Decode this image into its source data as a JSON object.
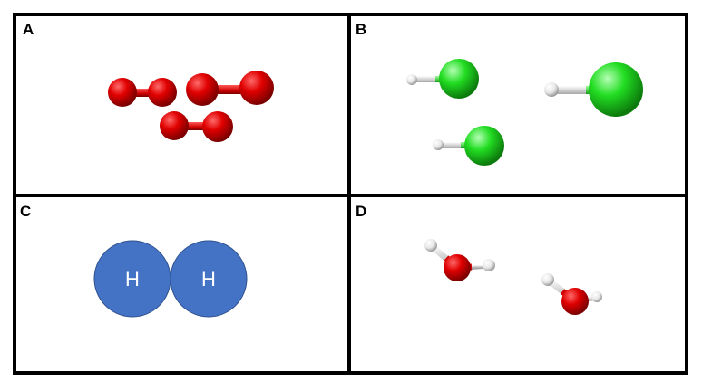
{
  "panels": [
    {
      "label": "A",
      "molecule": "O2",
      "molecule_count": 3,
      "atom_color": "#e00000"
    },
    {
      "label": "B",
      "molecule": "HCl",
      "molecule_count": 3,
      "atom_colors": {
        "H": "#f0f0f0",
        "Cl": "#22dd22"
      }
    },
    {
      "label": "C",
      "molecule": "H2",
      "atoms": [
        {
          "symbol": "H"
        },
        {
          "symbol": "H"
        }
      ],
      "fill_color": "#4472c4",
      "outline_color": "#2f528f"
    },
    {
      "label": "D",
      "molecule": "H2O",
      "molecule_count": 2,
      "atom_colors": {
        "O": "#e00000",
        "H": "#f0f0f0"
      }
    }
  ],
  "border_color": "#000000"
}
